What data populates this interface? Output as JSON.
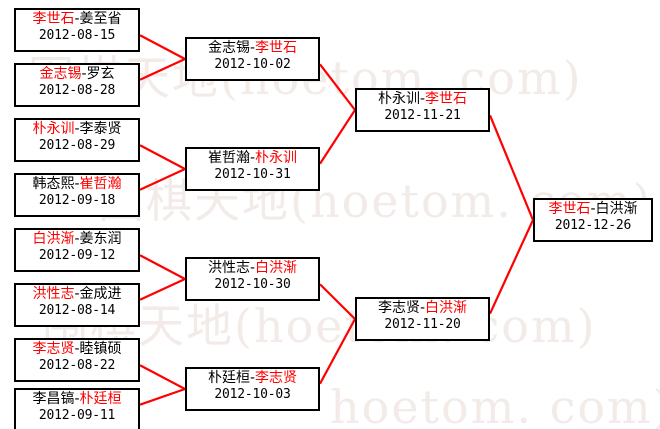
{
  "watermark": {
    "lines": [
      "围棋天地(hoetom. com)",
      "围棋天地(hoetom. com)",
      "围棋天地(hoetom. com)",
      "hoetom. com)"
    ]
  },
  "colors": {
    "winner": "#ff0000",
    "loser": "#000000",
    "connector": "#ff0000",
    "box_border": "#000000",
    "background": "#ffffff",
    "watermark": "#f2ebe8"
  },
  "rounds": [
    {
      "name": "round-of-16",
      "matches": [
        {
          "winner": "李世石",
          "loser": "姜至省",
          "winner_first": true,
          "date": "2012-08-15"
        },
        {
          "winner": "金志锡",
          "loser": "罗玄",
          "winner_first": true,
          "date": "2012-08-28"
        },
        {
          "winner": "朴永训",
          "loser": "李泰贤",
          "winner_first": true,
          "date": "2012-08-29"
        },
        {
          "winner": "崔哲瀚",
          "loser": "韩态熙",
          "winner_first": false,
          "date": "2012-09-18"
        },
        {
          "winner": "白洪渐",
          "loser": "姜东润",
          "winner_first": true,
          "date": "2012-09-12"
        },
        {
          "winner": "洪性志",
          "loser": "金成进",
          "winner_first": true,
          "date": "2012-08-14"
        },
        {
          "winner": "李志贤",
          "loser": "睦镇硕",
          "winner_first": true,
          "date": "2012-08-22"
        },
        {
          "winner": "朴廷桓",
          "loser": "李昌镐",
          "winner_first": false,
          "date": "2012-09-11"
        }
      ]
    },
    {
      "name": "quarterfinals",
      "matches": [
        {
          "winner": "李世石",
          "loser": "金志锡",
          "winner_first": false,
          "date": "2012-10-02"
        },
        {
          "winner": "朴永训",
          "loser": "崔哲瀚",
          "winner_first": false,
          "date": "2012-10-31"
        },
        {
          "winner": "白洪渐",
          "loser": "洪性志",
          "winner_first": false,
          "date": "2012-10-30"
        },
        {
          "winner": "李志贤",
          "loser": "朴廷桓",
          "winner_first": false,
          "date": "2012-10-03"
        }
      ]
    },
    {
      "name": "semifinals",
      "matches": [
        {
          "winner": "李世石",
          "loser": "朴永训",
          "winner_first": false,
          "date": "2012-11-21"
        },
        {
          "winner": "白洪渐",
          "loser": "李志贤",
          "winner_first": false,
          "date": "2012-11-20"
        }
      ]
    },
    {
      "name": "final",
      "matches": [
        {
          "winner": "李世石",
          "loser": "白洪渐",
          "winner_first": true,
          "date": "2012-12-26"
        }
      ]
    }
  ]
}
